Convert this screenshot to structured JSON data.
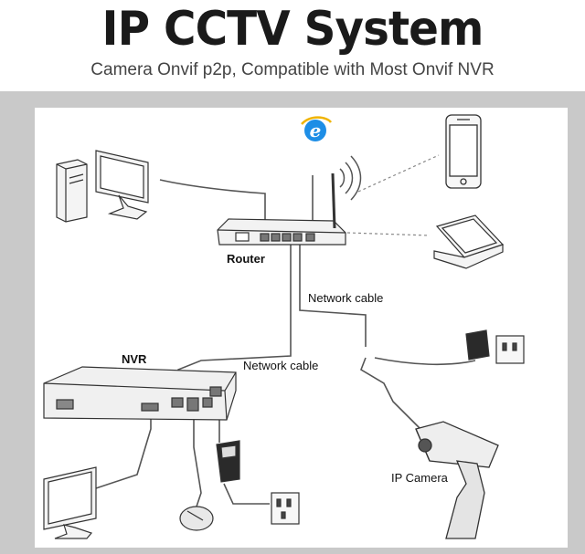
{
  "header": {
    "title": "IP CCTV System",
    "subtitle": "Camera Onvif p2p, Compatible with Most Onvif NVR"
  },
  "labels": {
    "router": "Router",
    "nvr": "NVR",
    "network_cable_1": "Network cable",
    "network_cable_2": "Network cable",
    "ip_camera": "IP Camera"
  },
  "icons": [
    "desktop-tower-icon",
    "monitor-icon",
    "browser-e-icon",
    "wifi-signal-icon",
    "smartphone-icon",
    "laptop-icon",
    "router-icon",
    "nvr-box-icon",
    "power-adapter-icon",
    "wall-socket-icon",
    "mouse-icon",
    "ip-camera-icon"
  ]
}
